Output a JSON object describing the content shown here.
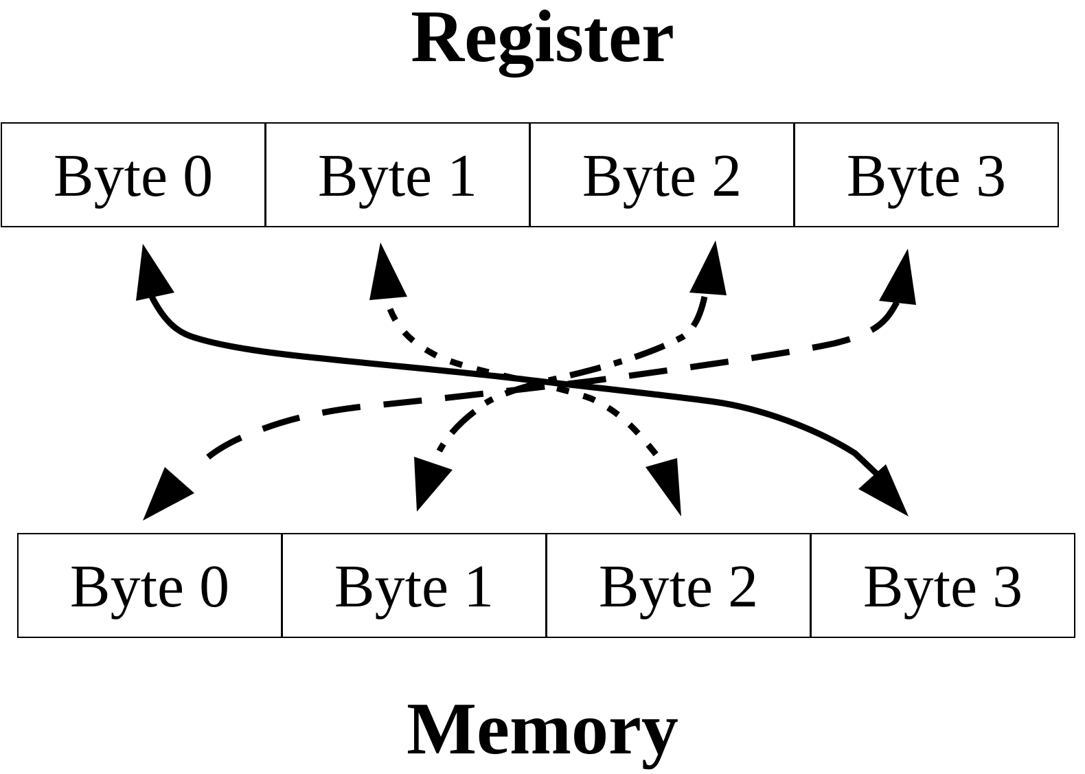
{
  "diagram": {
    "register_title": "Register",
    "memory_title": "Memory",
    "register_bytes": [
      "Byte 0",
      "Byte 1",
      "Byte 2",
      "Byte 3"
    ],
    "memory_bytes": [
      "Byte 0",
      "Byte 1",
      "Byte 2",
      "Byte 3"
    ],
    "mappings": [
      {
        "from": "register.byte0",
        "to": "memory.byte3",
        "style": "solid"
      },
      {
        "from": "register.byte1",
        "to": "memory.byte2",
        "style": "dotted"
      },
      {
        "from": "register.byte2",
        "to": "memory.byte1",
        "style": "dash-dot"
      },
      {
        "from": "register.byte3",
        "to": "memory.byte0",
        "style": "dashed"
      }
    ],
    "colors": {
      "line": "#000000",
      "background": "#ffffff"
    }
  }
}
